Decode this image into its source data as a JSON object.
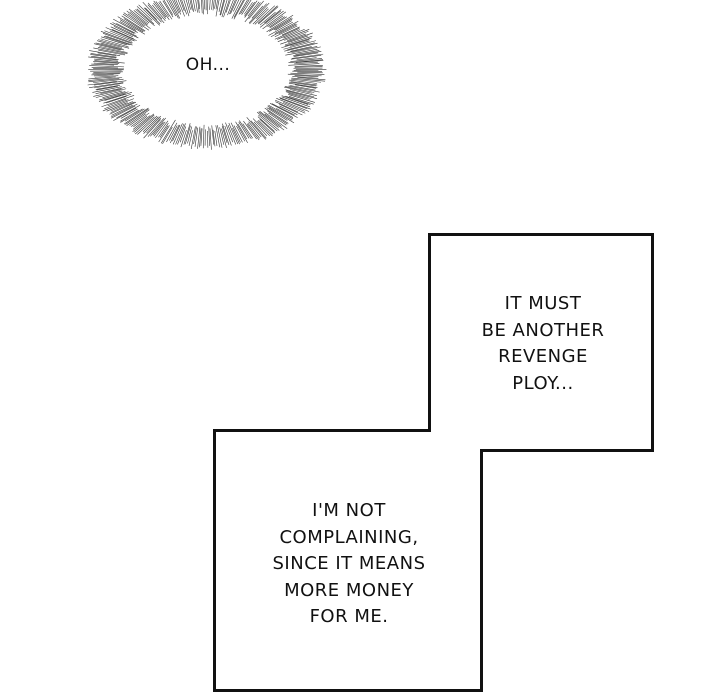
{
  "burst_bubble": {
    "text": "OH..."
  },
  "caption_top": {
    "lines": [
      "IT MUST",
      "BE ANOTHER",
      "REVENGE",
      "PLOY..."
    ]
  },
  "caption_bottom": {
    "lines": [
      "I'M NOT",
      "COMPLAINING,",
      "SINCE IT MEANS",
      "MORE MONEY",
      "FOR ME."
    ]
  },
  "colors": {
    "ink": "#111111",
    "background": "#ffffff"
  }
}
